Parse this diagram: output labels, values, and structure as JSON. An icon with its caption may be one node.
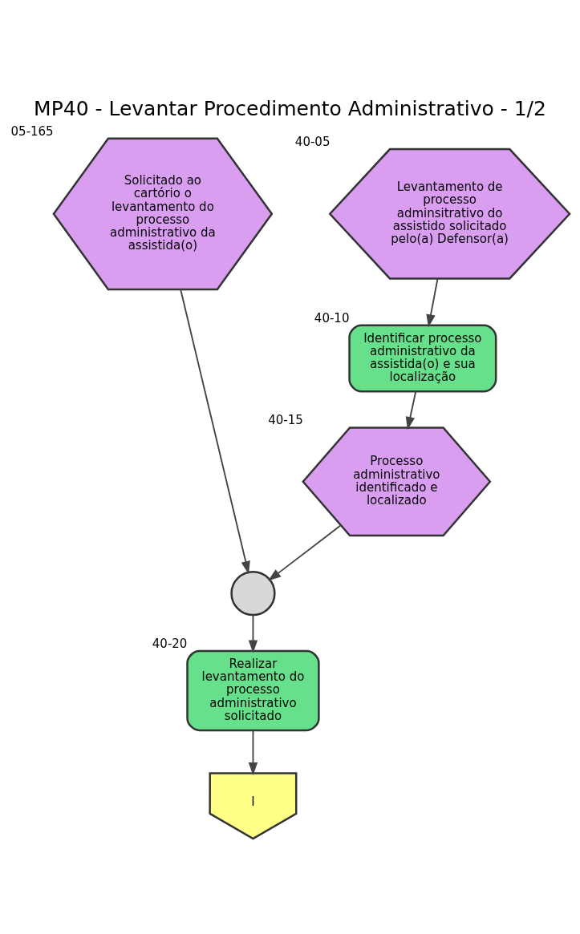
{
  "diagram": {
    "title": "MP40 - Levantar Procedimento Administrativo - 1/2",
    "nodes": [
      {
        "text": [
          "Solicitado ao cartório o levantamento do processo administrativo da assistida(o)"
        ],
        "beside": [
          "05-165"
        ]
      },
      {
        "text": [
          "Levantamento de processo adminsitrativo do assistido solicitado pelo(a) Defensor(a)"
        ],
        "beside": [
          "40-05"
        ]
      },
      {
        "text": [
          "Identificar processo administrativo da assistida(o) e sua localização"
        ],
        "beside": [
          "40-10"
        ]
      },
      {
        "text": [
          "Processo administrativo identificado e localizado"
        ],
        "beside": [
          "40-15"
        ]
      },
      {
        "text": [],
        "shape": "circle"
      },
      {
        "text": [
          "Realizar levantamento do processo administrativo solicitado"
        ],
        "beside": [
          "40-20"
        ]
      },
      {
        "text": [
          "I"
        ]
      }
    ],
    "edges": [
      {
        "from": 0,
        "to": 4,
        "arrow": "to"
      },
      {
        "from": 1,
        "to": 2,
        "arrow": "to"
      },
      {
        "from": 2,
        "to": 3,
        "arrow": "to"
      },
      {
        "from": 3,
        "to": 4,
        "arrow": "to"
      },
      {
        "from": 4,
        "to": 5,
        "arrow": "to"
      },
      {
        "from": 5,
        "to": 6,
        "arrow": "to"
      }
    ]
  }
}
